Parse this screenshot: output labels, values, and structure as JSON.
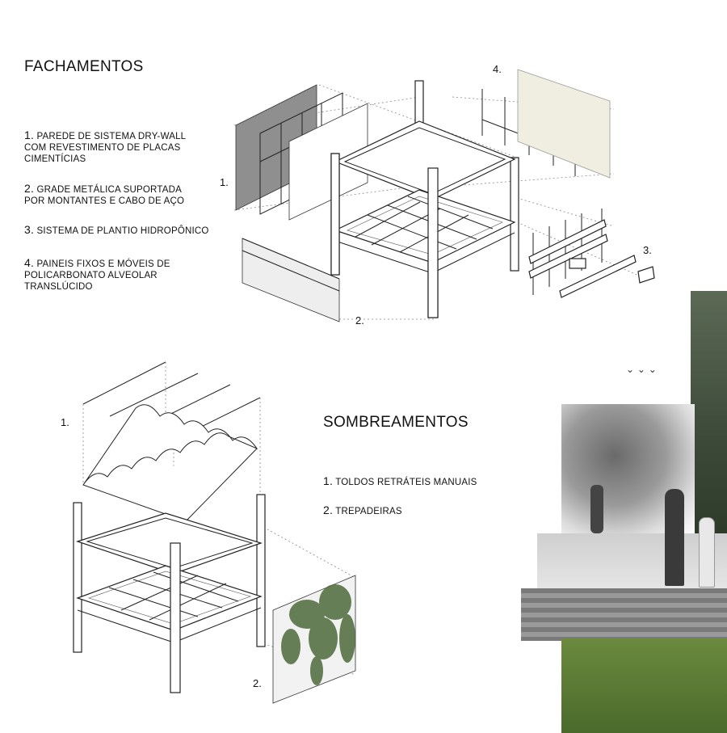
{
  "fachamentos": {
    "title": "FACHAMENTOS",
    "items": [
      {
        "n": "1.",
        "lines": [
          "PAREDE DE SISTEMA DRY-WALL",
          "COM REVESTIMENTO DE PLACAS",
          "CIMENTÍCIAS"
        ]
      },
      {
        "n": "2.",
        "lines": [
          "GRADE METÁLICA SUPORTADA",
          "POR MONTANTES E CABO DE AÇO"
        ]
      },
      {
        "n": "3.",
        "lines": [
          "SISTEMA DE PLANTIO HIDROPÔNICO"
        ]
      },
      {
        "n": "4.",
        "lines": [
          "PAINEIS FIXOS E MÓVEIS DE",
          "POLICARBONATO ALVEOLAR",
          "TRANSLÚCIDO"
        ]
      }
    ],
    "callouts": [
      "1.",
      "2.",
      "3.",
      "4."
    ]
  },
  "sombreamentos": {
    "title": "SOMBREAMENTOS",
    "items": [
      {
        "n": "1.",
        "lines": [
          "TOLDOS RETRÁTEIS MANUAIS"
        ]
      },
      {
        "n": "2.",
        "lines": [
          "TREPADEIRAS"
        ]
      }
    ],
    "callouts": [
      "1.",
      "2."
    ]
  },
  "colors": {
    "wall": "#8f8f8f",
    "polycarbonate": "#efeee0",
    "plants": "#4e6a3a",
    "grass": "#6b8a3e"
  }
}
